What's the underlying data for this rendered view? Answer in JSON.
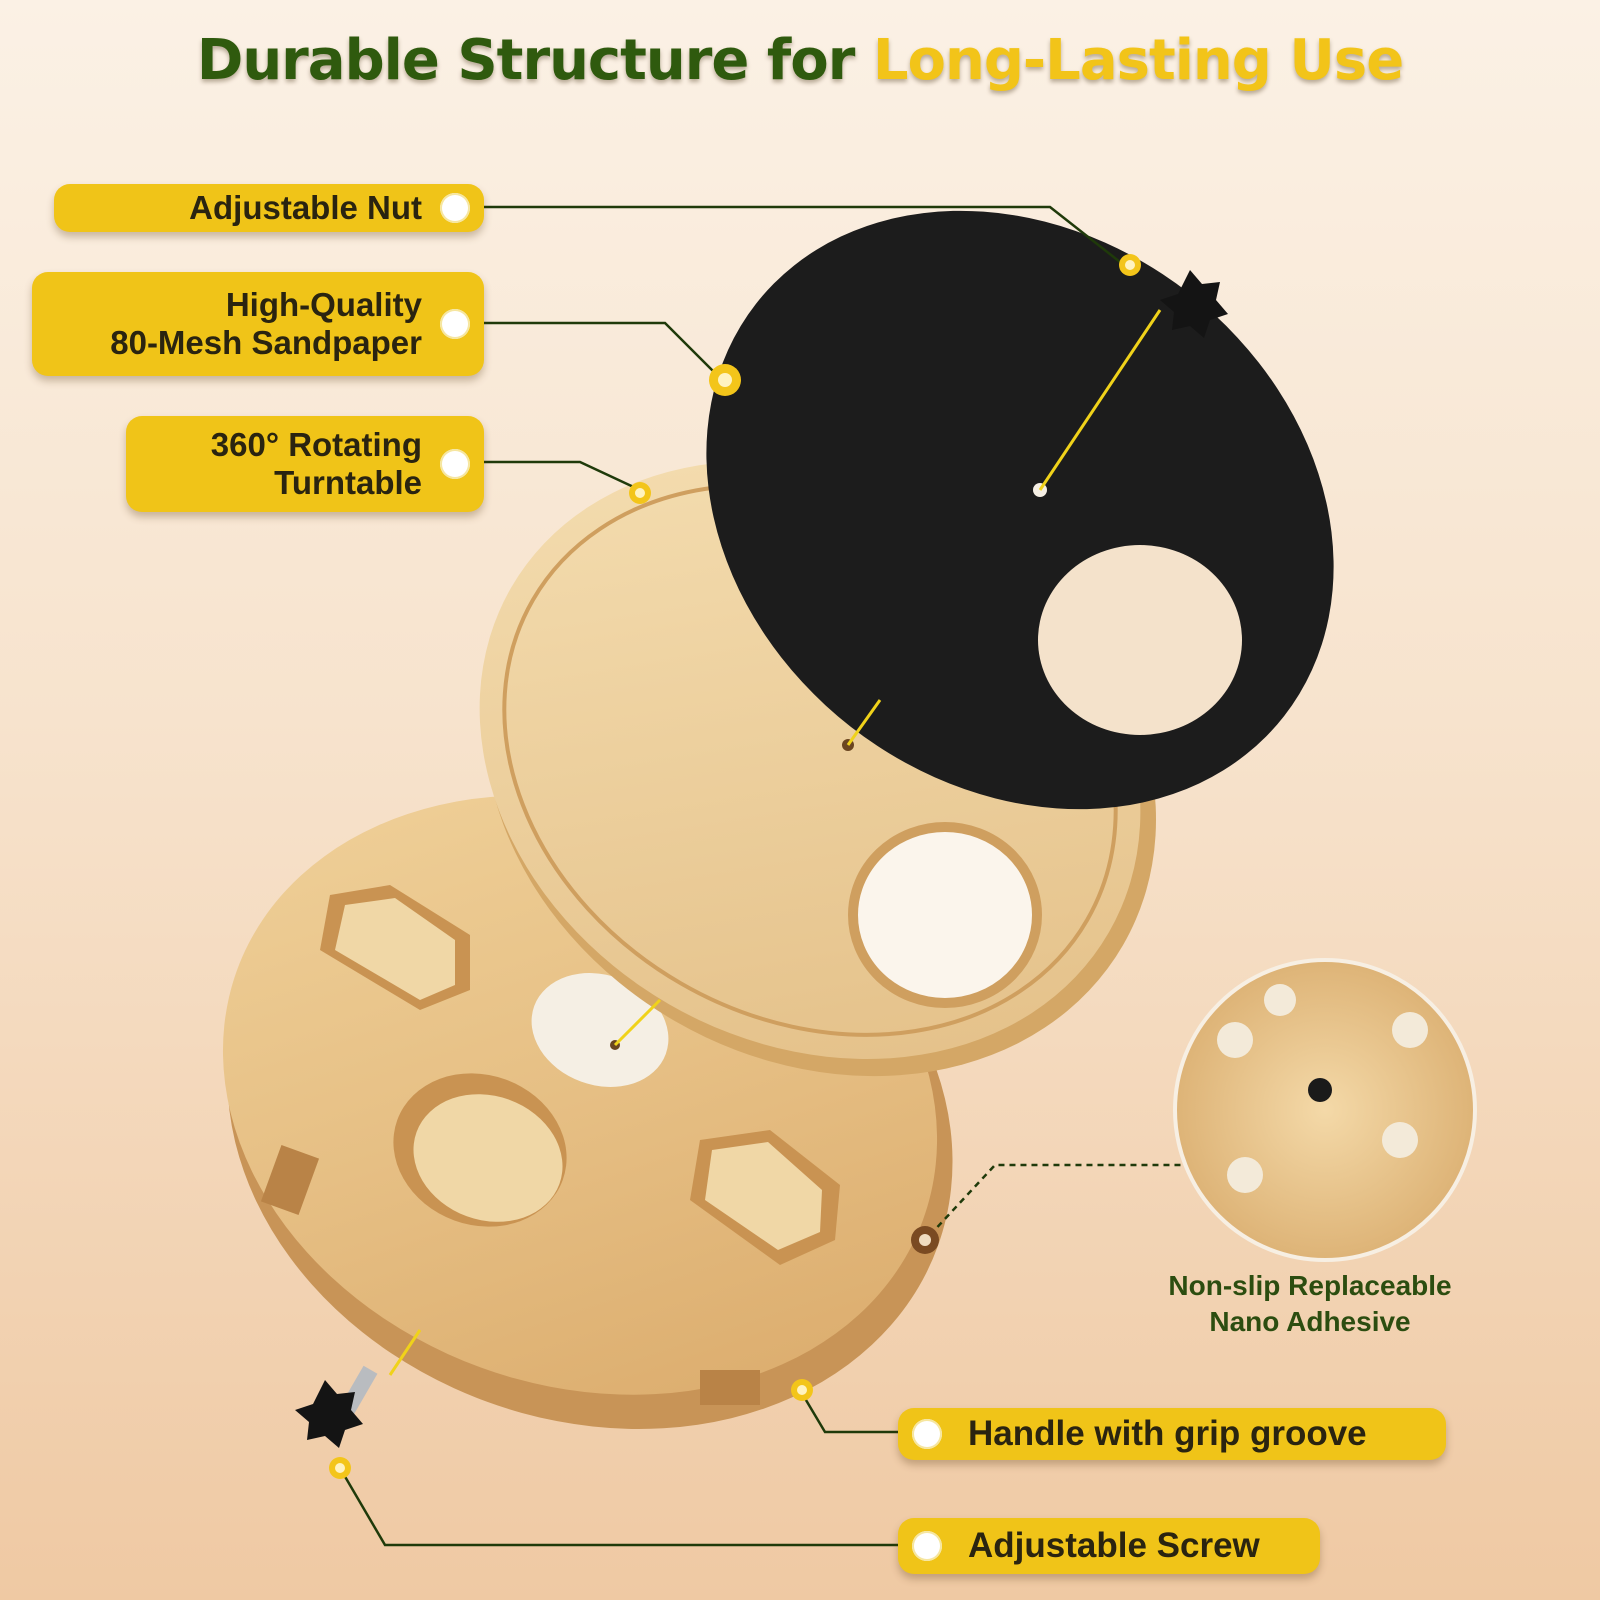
{
  "title": {
    "part1": "Durable Structure for",
    "part2": "Long-Lasting Use"
  },
  "labels": {
    "adjustable_nut": "Adjustable Nut",
    "sandpaper_line1": "High-Quality",
    "sandpaper_line2": "80-Mesh Sandpaper",
    "turntable_line1": "360° Rotating",
    "turntable_line2": "Turntable",
    "adhesive_line1": "Non-slip Replaceable",
    "adhesive_line2": "Nano Adhesive",
    "handle": "Handle with grip groove",
    "screw": "Adjustable Screw"
  },
  "colors": {
    "title_dark": "#2f5a0e",
    "title_gold": "#f2c419",
    "pill": "#f0c418",
    "leader": "#1f3a0a",
    "wood": "#e8c48a",
    "sandpaper": "#1b1b1b"
  },
  "icons": [
    "knob-nut-icon",
    "knob-screw-icon"
  ]
}
